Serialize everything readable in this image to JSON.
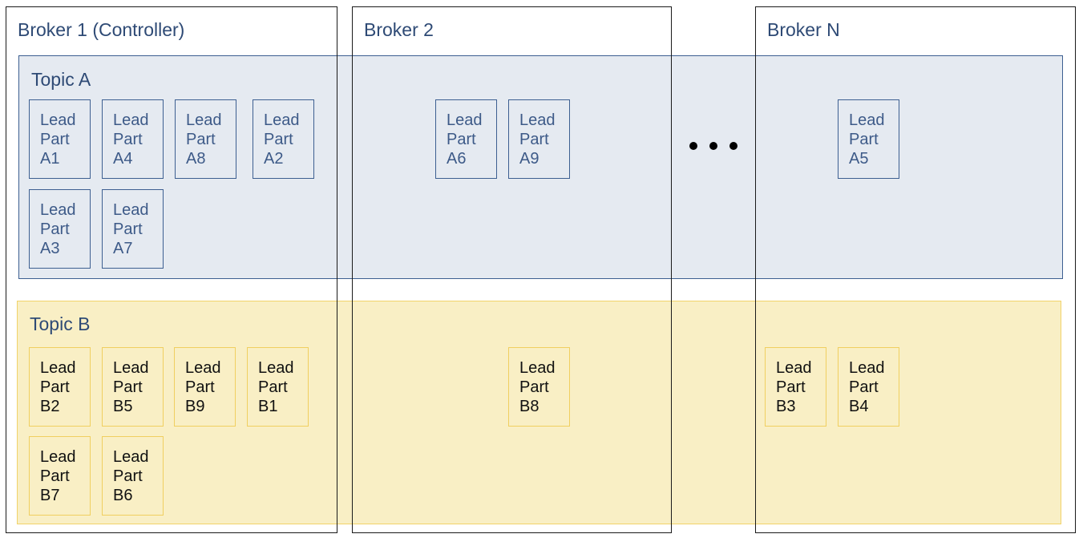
{
  "brokers": [
    {
      "label": "Broker 1 (Controller)"
    },
    {
      "label": "Broker 2"
    },
    {
      "label": "Broker N"
    }
  ],
  "topics": {
    "a": {
      "label": "Topic A",
      "partitions": [
        {
          "line1": "Lead",
          "line2": "Part",
          "line3": "A1"
        },
        {
          "line1": "Lead",
          "line2": "Part",
          "line3": "A4"
        },
        {
          "line1": "Lead",
          "line2": "Part",
          "line3": "A8"
        },
        {
          "line1": "Lead",
          "line2": "Part",
          "line3": "A2"
        },
        {
          "line1": "Lead",
          "line2": "Part",
          "line3": "A3"
        },
        {
          "line1": "Lead",
          "line2": "Part",
          "line3": "A7"
        },
        {
          "line1": "Lead",
          "line2": "Part",
          "line3": "A6"
        },
        {
          "line1": "Lead",
          "line2": "Part",
          "line3": "A9"
        },
        {
          "line1": "Lead",
          "line2": "Part",
          "line3": "A5"
        }
      ]
    },
    "b": {
      "label": "Topic B",
      "partitions": [
        {
          "line1": "Lead",
          "line2": "Part",
          "line3": "B2"
        },
        {
          "line1": "Lead",
          "line2": "Part",
          "line3": "B5"
        },
        {
          "line1": "Lead",
          "line2": "Part",
          "line3": "B9"
        },
        {
          "line1": "Lead",
          "line2": "Part",
          "line3": "B1"
        },
        {
          "line1": "Lead",
          "line2": "Part",
          "line3": "B7"
        },
        {
          "line1": "Lead",
          "line2": "Part",
          "line3": "B6"
        },
        {
          "line1": "Lead",
          "line2": "Part",
          "line3": "B8"
        },
        {
          "line1": "Lead",
          "line2": "Part",
          "line3": "B3"
        },
        {
          "line1": "Lead",
          "line2": "Part",
          "line3": "B4"
        }
      ]
    }
  },
  "colors": {
    "topic_a_fill": "#dfe5ee",
    "topic_a_border": "#3d5f91",
    "topic_b_fill": "#f7ebbf",
    "topic_b_border": "#f1d36a",
    "broker_border": "#1a1a1a",
    "label_text": "#2e4a75"
  },
  "icons": {
    "ellipsis": "ellipsis-dots-icon"
  }
}
